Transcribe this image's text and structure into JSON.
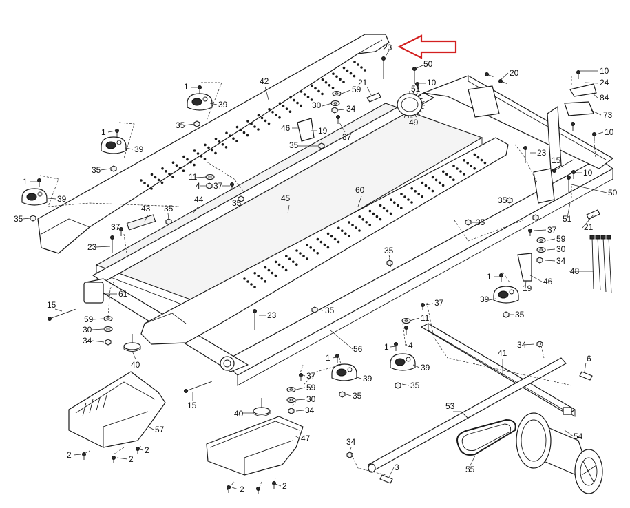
{
  "highlight": {
    "color": "#d32020",
    "target_label": "23"
  },
  "labels": {
    "l1": "1",
    "l2": "2",
    "l3": "3",
    "l4": "4",
    "l6": "6",
    "l10": "10",
    "l11": "11",
    "l15": "15",
    "l19": "19",
    "l20": "20",
    "l21": "21",
    "l23": "23",
    "l24": "24",
    "l30": "30",
    "l34": "34",
    "l35": "35",
    "l37": "37",
    "l39": "39",
    "l40": "40",
    "l41": "41",
    "l42": "42",
    "l43": "43",
    "l44": "44",
    "l45": "45",
    "l46": "46",
    "l47": "47",
    "l48": "48",
    "l49": "49",
    "l50": "50",
    "l51": "51",
    "l53": "53",
    "l54": "54",
    "l55": "55",
    "l56": "56",
    "l57": "57",
    "l59": "59",
    "l60": "60",
    "l61": "61",
    "l73": "73",
    "l84": "84"
  }
}
